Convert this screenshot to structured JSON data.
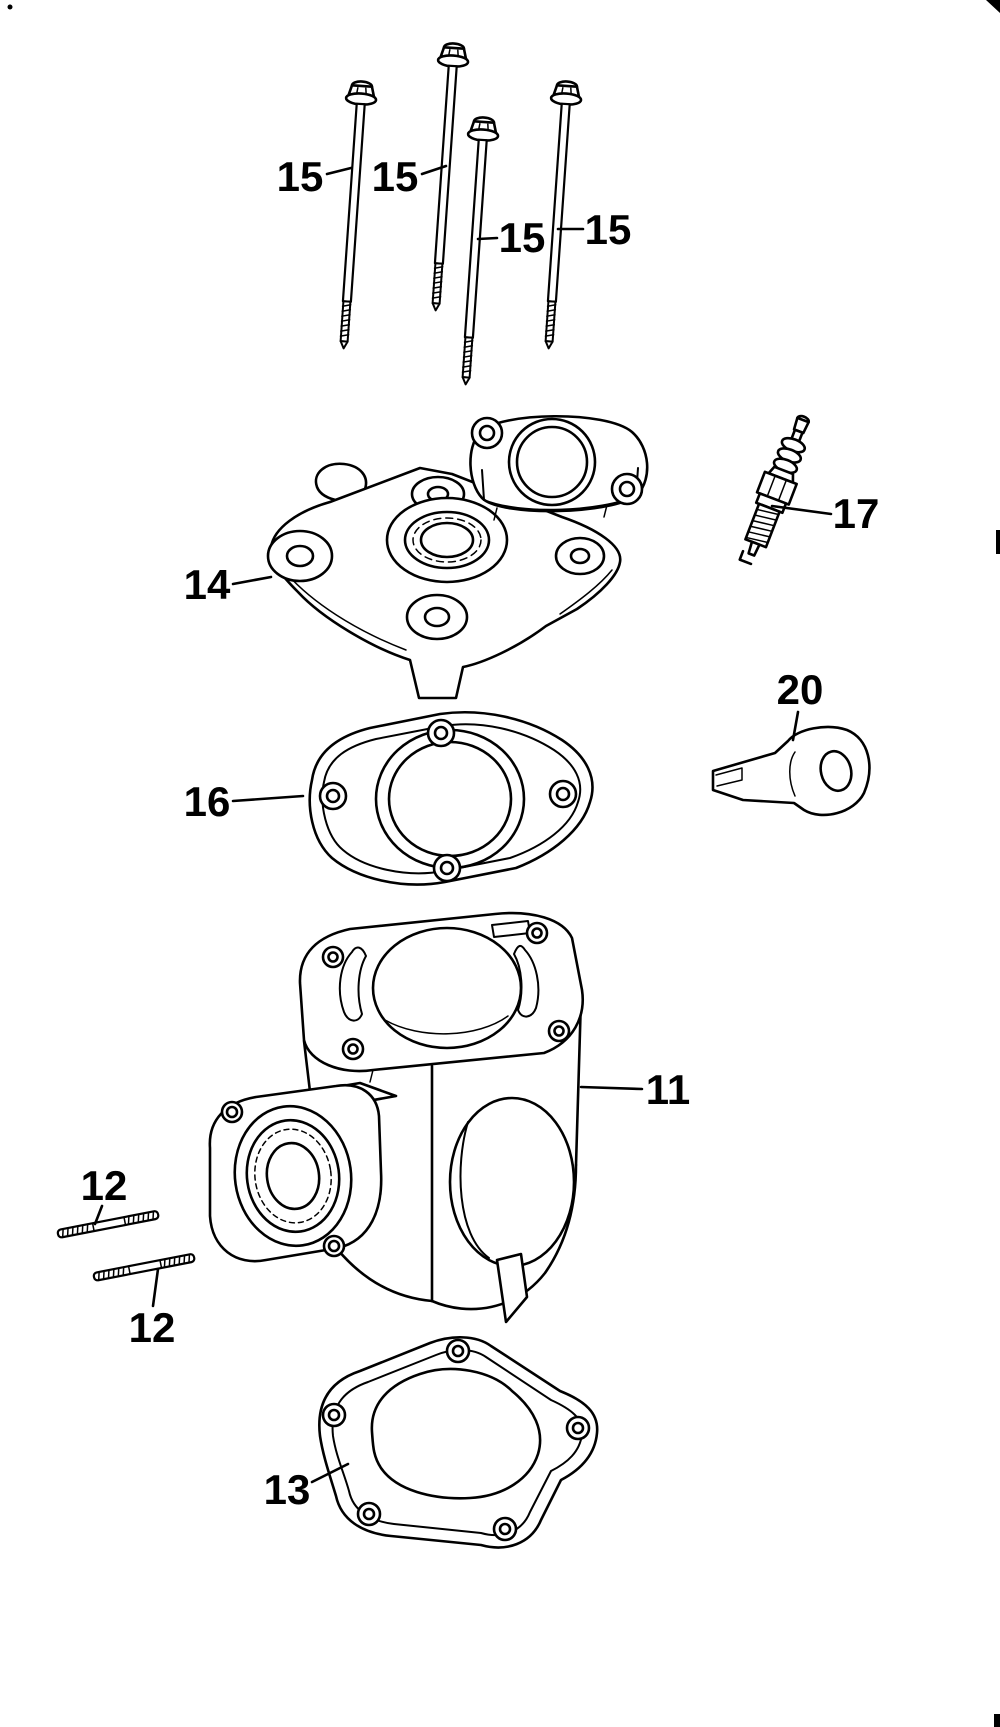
{
  "diagram": {
    "kind": "exploded-parts-diagram",
    "background_color": "#ffffff",
    "line_color": "#000000",
    "label_color": "#000000"
  },
  "callouts": {
    "bolt_1": "15",
    "bolt_2": "15",
    "bolt_3": "15",
    "bolt_4": "15",
    "cylinder_head": "14",
    "spark_plug": "17",
    "bracket": "20",
    "head_gasket": "16",
    "cylinder": "11",
    "stud_1": "12",
    "stud_2": "12",
    "base_gasket": "13"
  }
}
